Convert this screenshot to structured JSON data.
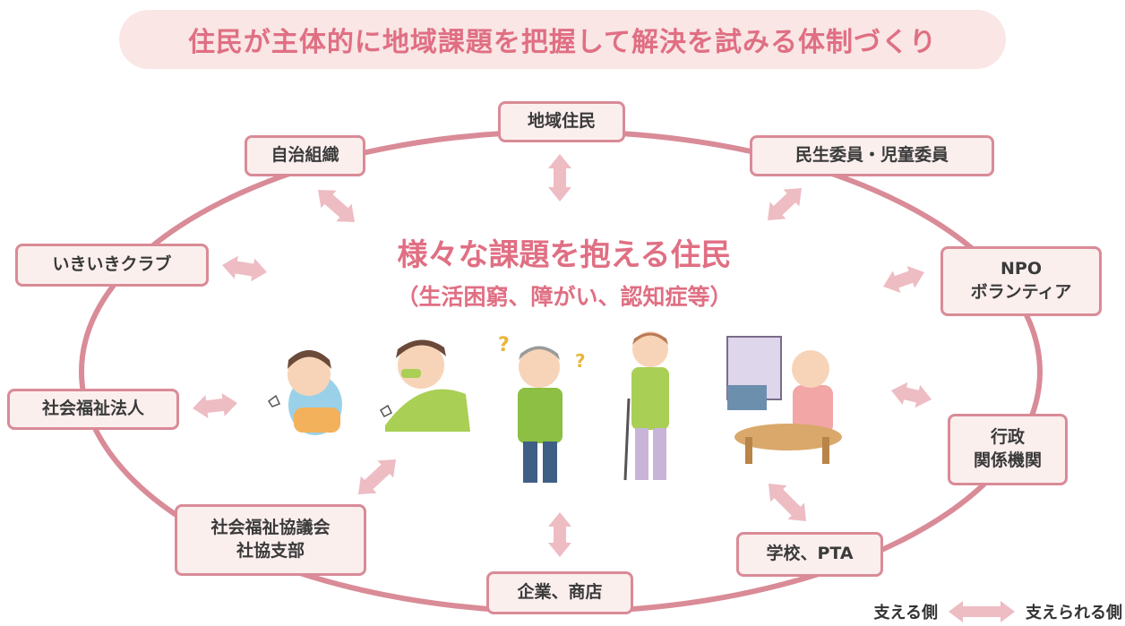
{
  "banner": {
    "title": "住民が主体的に地域課題を把握して解決を試みる体制づくり"
  },
  "center": {
    "title": "様々な課題を抱える住民",
    "subtitle": "（生活困窮、障がい、認知症等）"
  },
  "nodes": {
    "chiiki_jumin": "地域住民",
    "jichi_soshiki": "自治組織",
    "minsei_iin": "民生委員・児童委員",
    "ikiiki_club": "いきいきクラブ",
    "npo_line1": "NPO",
    "npo_line2": "ボランティア",
    "shakai_fukushi_hojin": "社会福祉法人",
    "gyosei_line1": "行政",
    "gyosei_line2": "関係機関",
    "shakyo_line1": "社会福祉協議会",
    "shakyo_line2": "社協支部",
    "gakko_pta": "学校、PTA",
    "kigyo_shoten": "企業、商店"
  },
  "legend": {
    "supporting": "支える側",
    "supported": "支えられる側"
  },
  "colors": {
    "accent": "#e06f83",
    "ring": "#d98b97",
    "arrow": "#eebcc3",
    "banner_bg": "#f9e6e5",
    "node_bg": "#fbefee"
  }
}
